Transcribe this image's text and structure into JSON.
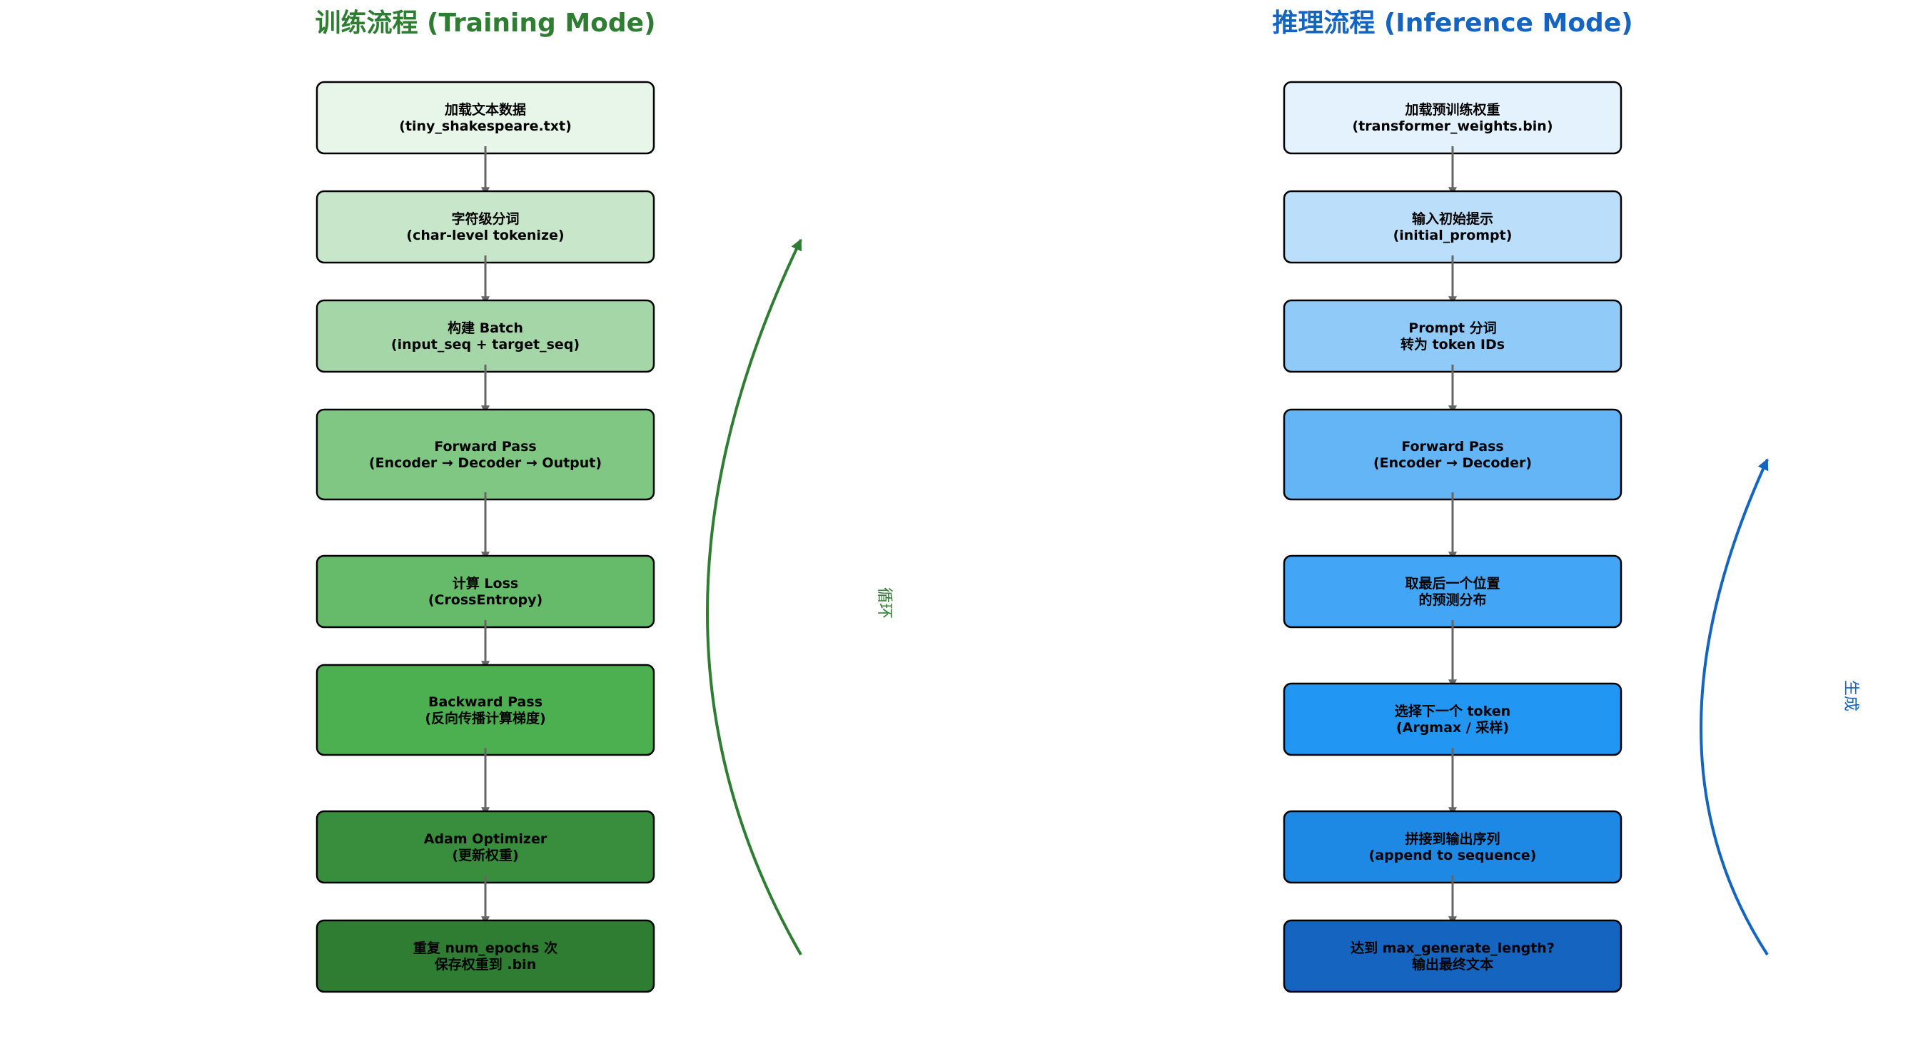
{
  "colors": {
    "training_accent": "#2e7d32",
    "inference_accent": "#1565c0",
    "connector": "#666666"
  },
  "training": {
    "title": "训练流程 (Training Mode)",
    "loop_label": "循环",
    "steps": [
      {
        "line1": "加载文本数据",
        "line2": "(tiny_shakespeare.txt)",
        "fill": "#e8f5e9"
      },
      {
        "line1": "字符级分词",
        "line2": "(char-level tokenize)",
        "fill": "#c8e6c9"
      },
      {
        "line1": "构建 Batch",
        "line2": "(input_seq + target_seq)",
        "fill": "#a5d6a7"
      },
      {
        "line1": "Forward Pass",
        "line2": "(Encoder → Decoder → Output)",
        "fill": "#81c784"
      },
      {
        "line1": "计算 Loss",
        "line2": "(CrossEntropy)",
        "fill": "#66bb6a"
      },
      {
        "line1": "Backward Pass",
        "line2": "(反向传播计算梯度)",
        "fill": "#4caf50"
      },
      {
        "line1": "Adam Optimizer",
        "line2": "(更新权重)",
        "fill": "#388e3c"
      },
      {
        "line1": "重复 num_epochs 次",
        "line2": "保存权重到 .bin",
        "fill": "#2e7d32"
      }
    ]
  },
  "inference": {
    "title": "推理流程 (Inference Mode)",
    "loop_label": "生成",
    "steps": [
      {
        "line1": "加载预训练权重",
        "line2": "(transformer_weights.bin)",
        "fill": "#e3f2fd"
      },
      {
        "line1": "输入初始提示",
        "line2": "(initial_prompt)",
        "fill": "#bbdefb"
      },
      {
        "line1": "Prompt 分词",
        "line2": "转为 token IDs",
        "fill": "#90caf9"
      },
      {
        "line1": "Forward Pass",
        "line2": "(Encoder → Decoder)",
        "fill": "#64b5f6"
      },
      {
        "line1": "取最后一个位置",
        "line2": "的预测分布",
        "fill": "#42a5f5"
      },
      {
        "line1": "选择下一个 token",
        "line2": "(Argmax / 采样)",
        "fill": "#2196f3"
      },
      {
        "line1": "拼接到输出序列",
        "line2": "(append to sequence)",
        "fill": "#1e88e5"
      },
      {
        "line1": "达到 max_generate_length?",
        "line2": "输出最终文本",
        "fill": "#1565c0"
      }
    ]
  }
}
